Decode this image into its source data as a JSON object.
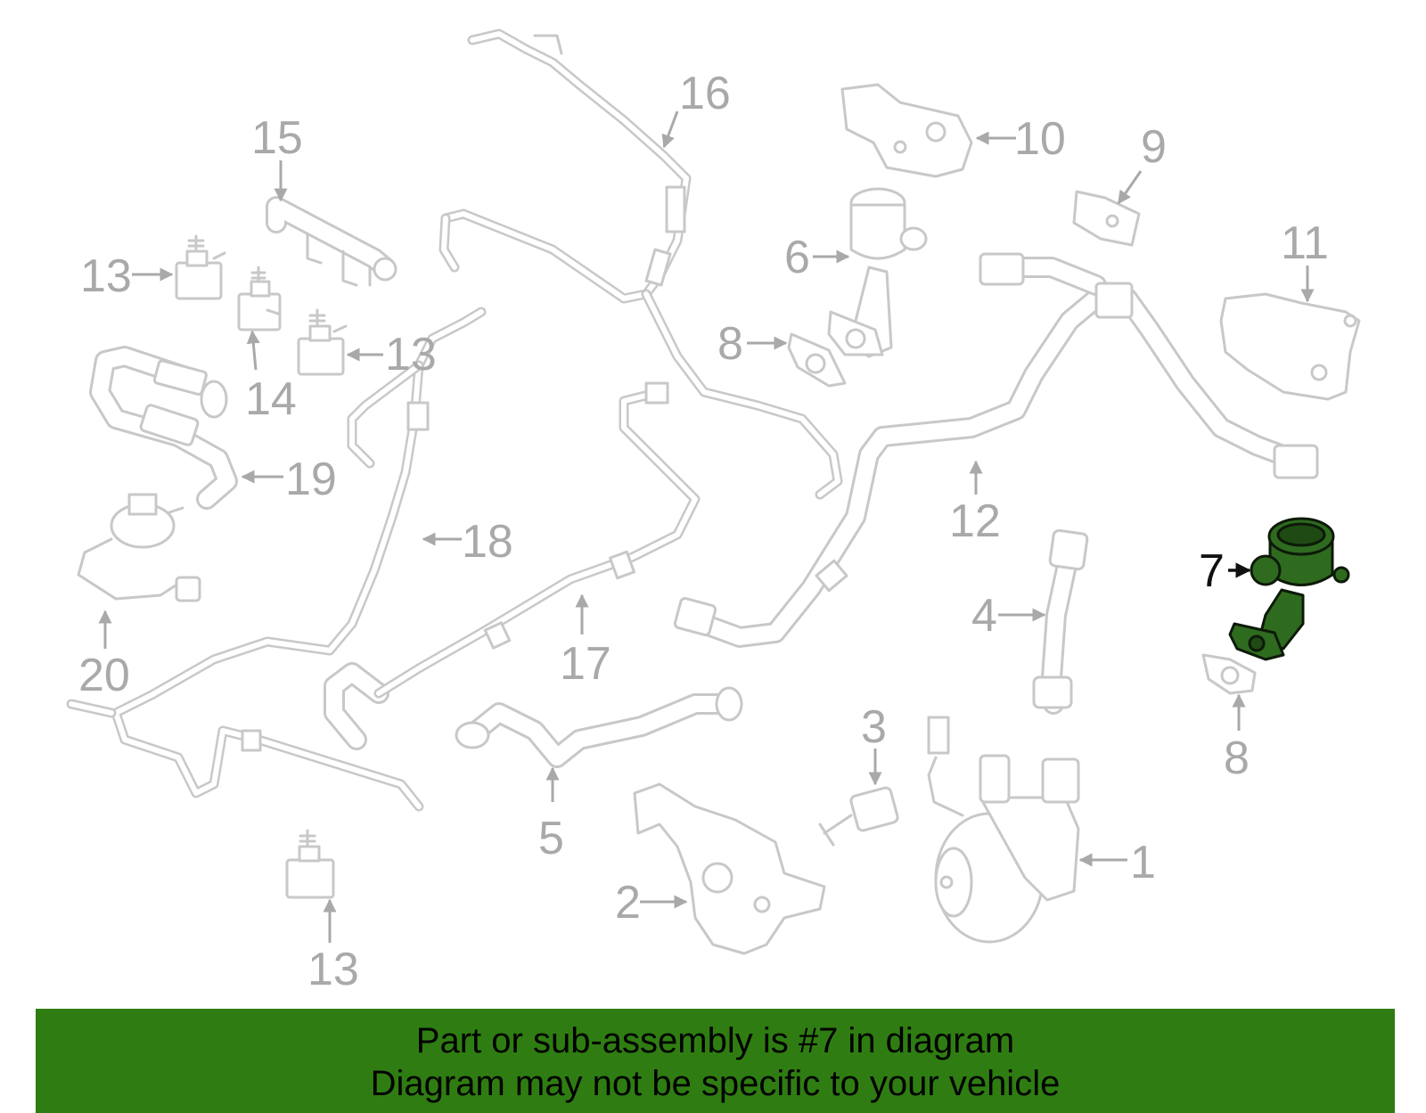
{
  "diagram": {
    "callouts": {
      "c1": "1",
      "c2": "2",
      "c3": "3",
      "c4": "4",
      "c5": "5",
      "c6": "6",
      "c7": "7",
      "c8a": "8",
      "c8b": "8",
      "c9": "9",
      "c10": "10",
      "c11": "11",
      "c12": "12",
      "c13a": "13",
      "c13b": "13",
      "c13c": "13",
      "c14": "14",
      "c15": "15",
      "c16": "16",
      "c17": "17",
      "c18": "18",
      "c19": "19",
      "c20": "20"
    },
    "highlighted_part": "7",
    "colors": {
      "part_line": "#c8c8c8",
      "callout_text": "#a9a9a9",
      "highlight_fill": "#2e6b1f",
      "highlight_text": "#111111",
      "banner_bg": "#2f7d12"
    }
  },
  "banner": {
    "line1": "Part or sub-assembly is #7 in diagram",
    "line2": "Diagram may not be specific to your vehicle"
  }
}
